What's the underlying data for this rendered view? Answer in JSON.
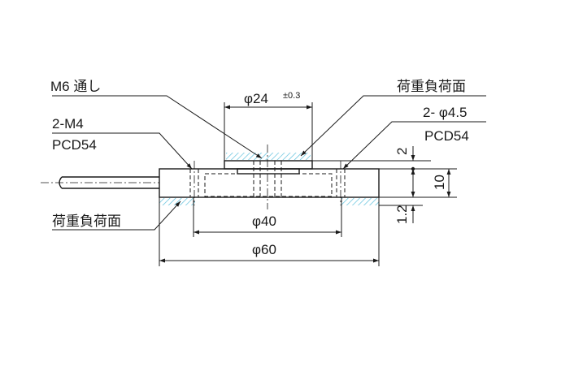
{
  "labels": {
    "m6_through": "M6 通し",
    "top_load_face": "荷重負荷面",
    "diameter_24": "φ24",
    "tolerance": "±0.3",
    "two_m4": "2-M4",
    "pcd54_left": "PCD54",
    "two_phi45": "2- φ4.5",
    "pcd54_right": "PCD54",
    "bottom_load_face": "荷重負荷面",
    "diameter_40": "φ40",
    "diameter_60": "φ60",
    "dim_2": "2",
    "dim_10": "10",
    "dim_1_2": "1.2"
  },
  "colors": {
    "hatch": "#5bbfdc",
    "line": "#1a1a1a"
  }
}
